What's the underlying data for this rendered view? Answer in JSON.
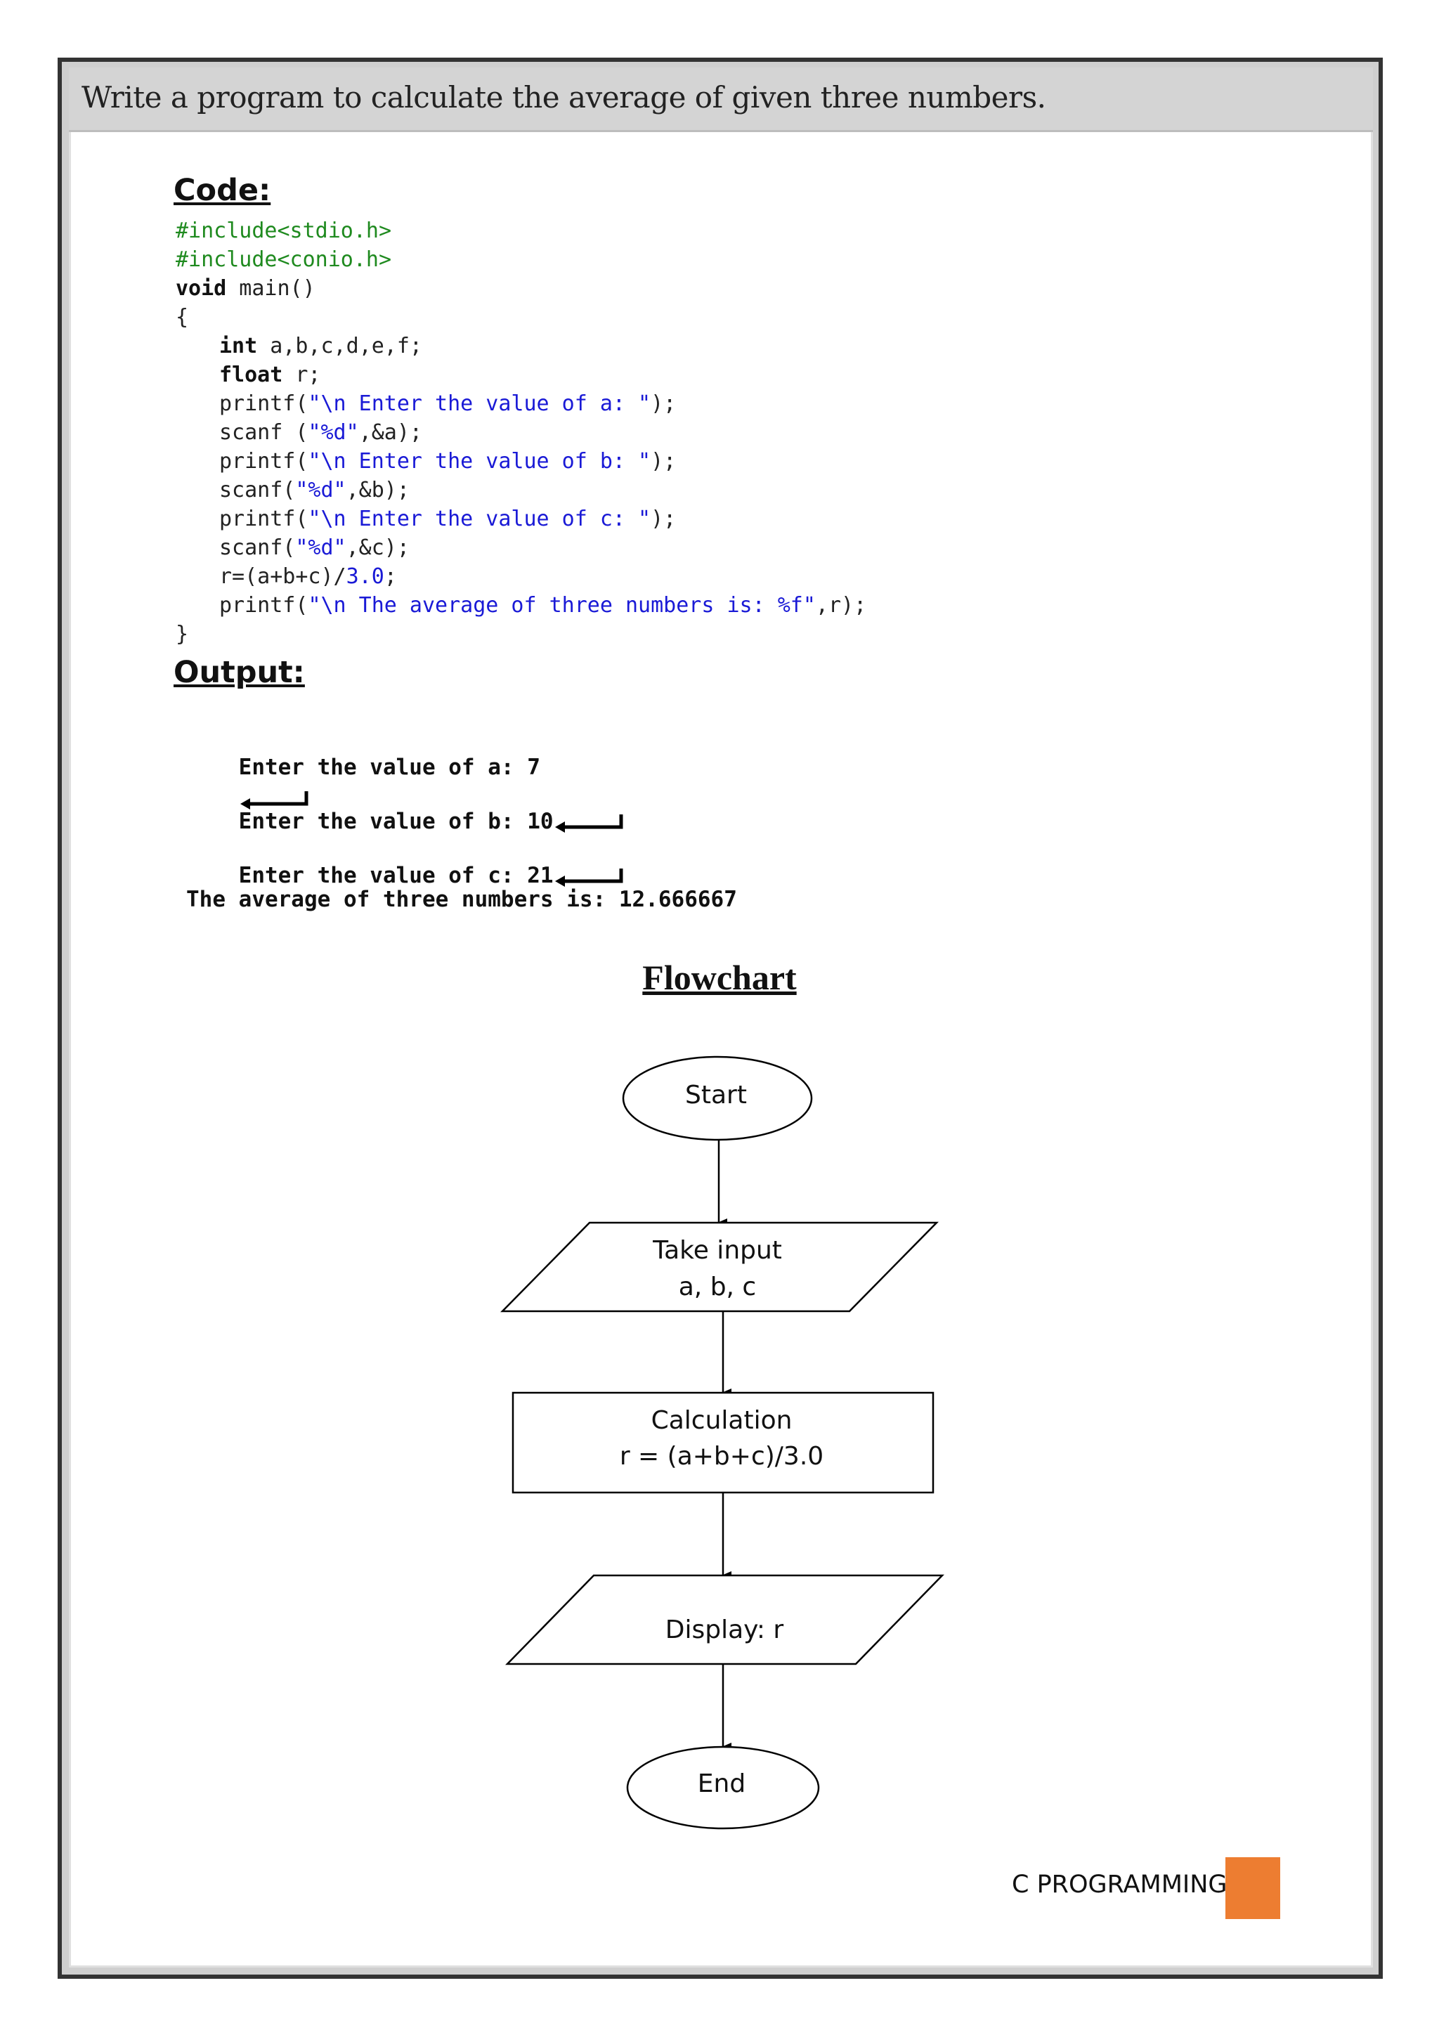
{
  "title": "Write a program to calculate the average of given three numbers.",
  "code_heading": "Code:",
  "code": {
    "l1": "#include<stdio.h>",
    "l2": "#include<conio.h>",
    "l3_kw": "void",
    "l3_rest": " main()",
    "l4": "{",
    "l5_kw": "int",
    "l5_rest": " a,b,c,d,e,f;",
    "l6_kw": "float",
    "l6_rest": " r;",
    "l7_a": "printf(",
    "l7_str": "\"\\n Enter the value of a: \"",
    "l7_b": ");",
    "l8_a": "scanf (",
    "l8_str": "\"%d\"",
    "l8_b": ",&a);",
    "l9_a": "printf(",
    "l9_str": "\"\\n Enter the value of b: \"",
    "l9_b": ");",
    "l10_a": "scanf(",
    "l10_str": "\"%d\"",
    "l10_b": ",&b);",
    "l11_a": "printf(",
    "l11_str": "\"\\n Enter the value of c: \"",
    "l11_b": ");",
    "l12_a": "scanf(",
    "l12_str": "\"%d\"",
    "l12_b": ",&c);",
    "l13_a": "r=(a+b+c)/",
    "l13_num": "3.0",
    "l13_b": ";",
    "l14_a": "printf(",
    "l14_str": "\"\\n The average of three numbers is: %f\"",
    "l14_b": ",r);",
    "l15": "}"
  },
  "output_heading": "Output:",
  "output": {
    "line_a": "Enter the value of a: 7",
    "line_b": "Enter the value of b: 10",
    "line_c": "Enter the value of c: 21",
    "line_result": "The average of three numbers is: 12.666667"
  },
  "flowchart": {
    "title": "Flowchart",
    "start": "Start",
    "input_line1": "Take input",
    "input_line2": "a, b, c",
    "calc_line1": "Calculation",
    "calc_line2": "r = (a+b+c)/3.0",
    "display": "Display: r",
    "end": "End"
  },
  "footer": {
    "label": "C PROGRAMMING",
    "accent_color": "#ed7d31"
  }
}
